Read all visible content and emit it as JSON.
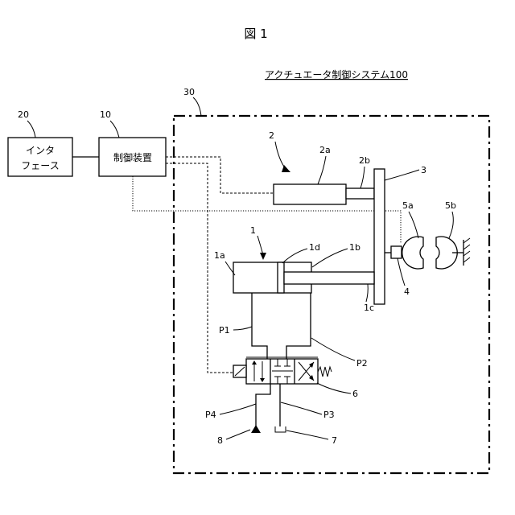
{
  "figure": {
    "title": "図 1",
    "system_title": "アクチュエータ制御システム100"
  },
  "blocks": {
    "interface_line1": "インタ",
    "interface_line2": "フェース",
    "controller": "制御装置"
  },
  "labels": {
    "l20": "20",
    "l10": "10",
    "l30": "30",
    "l2": "2",
    "l2a": "2a",
    "l2b": "2b",
    "l3": "3",
    "l1": "1",
    "l1a": "1a",
    "l1d": "1d",
    "l1b": "1b",
    "l1c": "1c",
    "l5a": "5a",
    "l5b": "5b",
    "l4": "4",
    "lP1": "P1",
    "lP2": "P2",
    "l6": "6",
    "lP4": "P4",
    "lP3": "P3",
    "l8": "8",
    "l7": "7"
  }
}
